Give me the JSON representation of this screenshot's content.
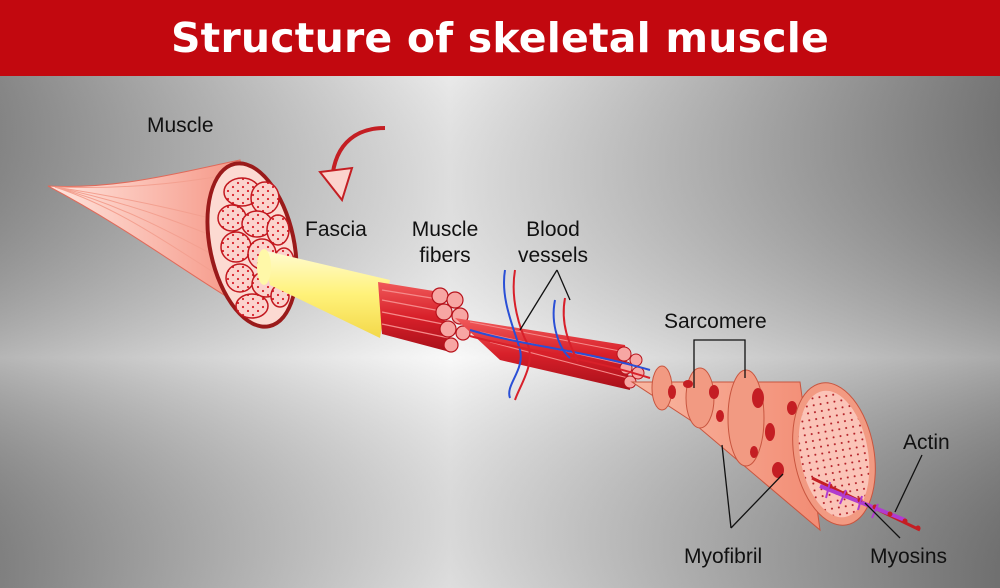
{
  "title": "Structure of skeletal muscle",
  "labels": {
    "muscle": "Muscle",
    "fascia": "Fascia",
    "muscle_fibers_1": "Muscle",
    "muscle_fibers_2": "fibers",
    "blood_vessels_1": "Blood",
    "blood_vessels_2": "vessels",
    "sarcomere": "Sarcomere",
    "actin": "Actin",
    "myofibril": "Myofibril",
    "myosins": "Myosins"
  },
  "colors": {
    "banner": "#c2080f",
    "muscle_red": "#d8202a",
    "fascia_yellow": "#fff27a",
    "vessel_blue": "#2a4fd6",
    "vessel_red": "#d8202a",
    "myosin_purple": "#b03ccf"
  }
}
